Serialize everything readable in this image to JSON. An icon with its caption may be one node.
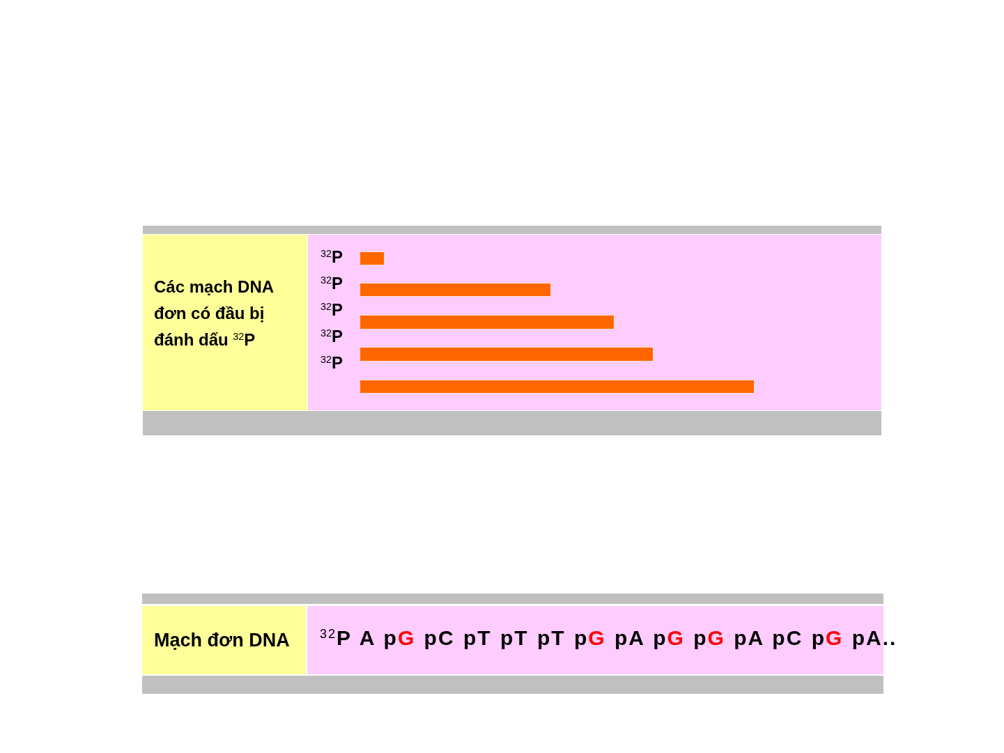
{
  "diagram": {
    "nodes": [
      {
        "text": [
          "Các mạch DNA đơn có đầu bị đánh dấu $^{32}$P"
        ]
      },
      {
        "text": [
          "$^{32}$P",
          "$^{32}$P",
          "$^{32}$P",
          "$^{32}$P",
          "$^{32}$P"
        ]
      },
      {
        "text": [],
        "shape": "bar",
        "in": 1
      },
      {
        "text": [],
        "shape": "bar",
        "in": 1
      },
      {
        "text": [],
        "shape": "bar",
        "in": 1
      },
      {
        "text": [],
        "shape": "bar",
        "in": 1
      },
      {
        "text": [],
        "shape": "bar",
        "in": 1
      },
      {
        "text": [
          "Mạch đơn DNA"
        ]
      },
      {
        "text": [
          "$^{32}$P A p**G** pC pT pT pT p**G** pA p**G** p**G** pA pC p**G** pA.."
        ]
      }
    ]
  }
}
